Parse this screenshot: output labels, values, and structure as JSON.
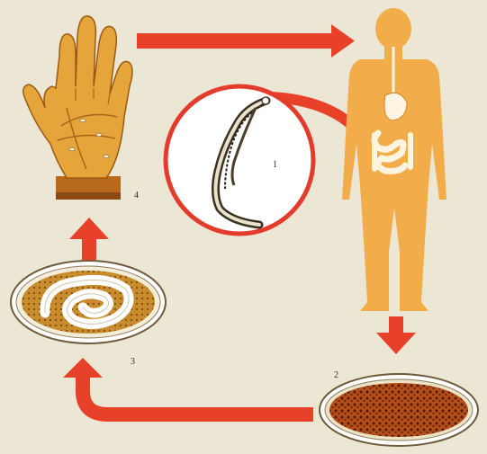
{
  "labels": {
    "stage_1": "1",
    "stage_2": "2",
    "stage_3": "3",
    "stage_4": "4"
  },
  "colors": {
    "background": "#ece6d4",
    "arrow": "#e8412a",
    "body": "#f2ad4a",
    "hand": "#e6a53a",
    "circle_border": "#e43c2c",
    "egg_dark": "#9a3c12"
  },
  "icons": {
    "stage_1": "pinworm",
    "stage_2": "fresh-egg",
    "stage_3": "larvated-egg",
    "stage_4": "contaminated-hand",
    "host": "human-body"
  }
}
